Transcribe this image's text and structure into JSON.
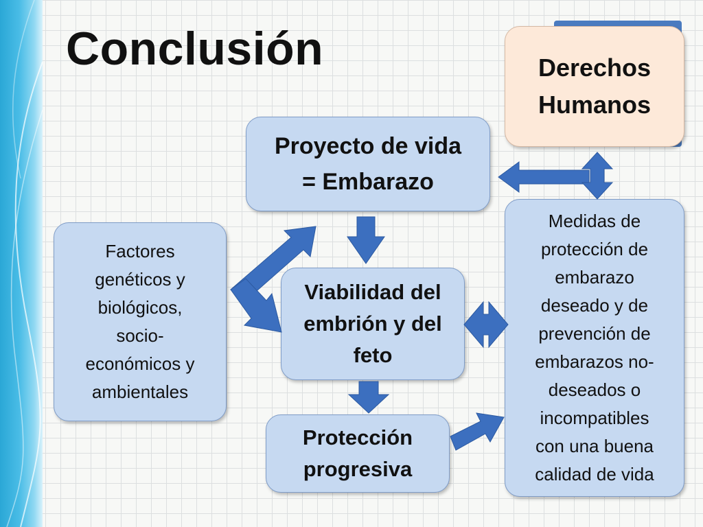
{
  "slide": {
    "title": "Conclusión"
  },
  "nodes": {
    "derechos": "Derechos\nHumanos",
    "proyecto": "Proyecto de vida\n= Embarazo",
    "factores": "Factores\ngenéticos y\nbiológicos,\nsocio-\neconómicos y\nambientales",
    "viabilidad": "Viabilidad del\nembrión y del\nfeto",
    "proteccion": "Protección\nprogresiva",
    "medidas": "Medidas de\nprotección de\nembarazo\ndeseado y de\nprevención de\nembarazos no-\ndeseados o\nincompatibles\ncon una buena\ncalidad de vida"
  },
  "colors": {
    "box_fill": "#c6d9f1",
    "box_border": "#7f9cc7",
    "highlight_fill": "#fde9d9",
    "arrow": "#3c6fbf",
    "accent_band": "#2aa7d6"
  }
}
